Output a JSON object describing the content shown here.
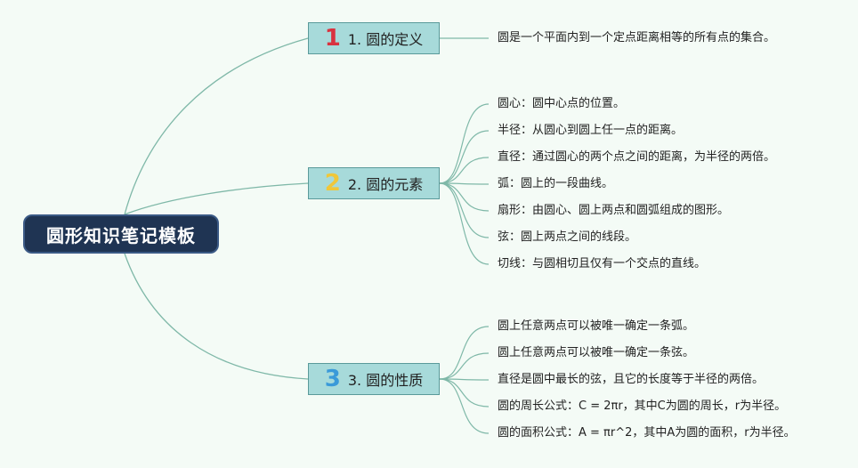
{
  "root": {
    "title": "圆形知识笔记模板"
  },
  "branches": [
    {
      "num": "1",
      "label": "1. 圆的定义",
      "color": "#d9323f",
      "leaves": [
        "圆是一个平面内到一个定点距离相等的所有点的集合。"
      ]
    },
    {
      "num": "2",
      "label": "2. 圆的元素",
      "color": "#f0c73a",
      "leaves": [
        "圆心：圆中心点的位置。",
        "半径：从圆心到圆上任一点的距离。",
        "直径：通过圆心的两个点之间的距离，为半径的两倍。",
        "弧：圆上的一段曲线。",
        "扇形：由圆心、圆上两点和圆弧组成的图形。",
        "弦：圆上两点之间的线段。",
        "切线：与圆相切且仅有一个交点的直线。"
      ]
    },
    {
      "num": "3",
      "label": "3. 圆的性质",
      "color": "#3a9ad9",
      "leaves": [
        "圆上任意两点可以被唯一确定一条弧。",
        "圆上任意两点可以被唯一确定一条弦。",
        "直径是圆中最长的弦，且它的长度等于半径的两倍。",
        "圆的周长公式：C = 2πr，其中C为圆的周长，r为半径。",
        "圆的面积公式：A = πr^2，其中A为圆的面积，r为半径。"
      ]
    }
  ]
}
